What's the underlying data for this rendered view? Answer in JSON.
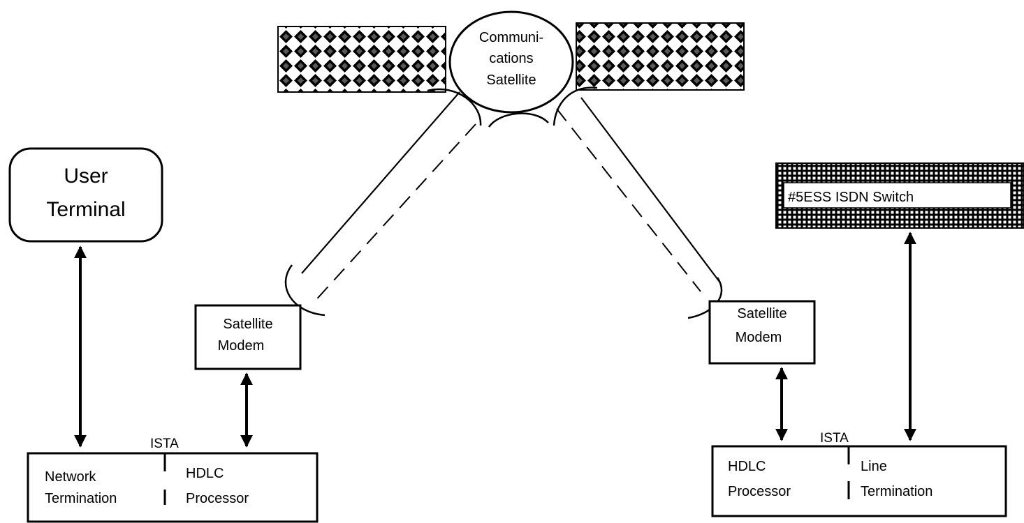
{
  "satellite": {
    "line1": "Communi-",
    "line2": "cations",
    "line3": "Satellite"
  },
  "user_terminal": {
    "line1": "User",
    "line2": "Terminal"
  },
  "switch": {
    "label": "#5ESS ISDN Switch"
  },
  "left_modem": {
    "line1": "Satellite",
    "line2": "Modem"
  },
  "right_modem": {
    "line1": "Satellite",
    "line2": "Modem"
  },
  "left_ista": {
    "label": "ISTA",
    "left_line1": "Network",
    "left_line2": "Termination",
    "right_line1": "HDLC",
    "right_line2": "Processor"
  },
  "right_ista": {
    "label": "ISTA",
    "left_line1": "HDLC",
    "left_line2": "Processor",
    "right_line1": "Line",
    "right_line2": "Termination"
  }
}
